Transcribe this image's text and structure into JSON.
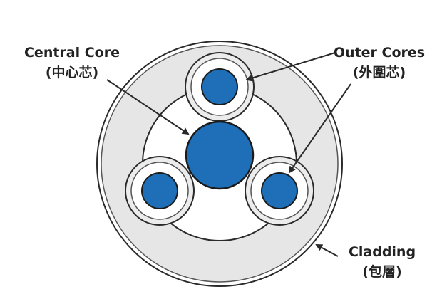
{
  "labels": {
    "central_core": {
      "en": "Central Core",
      "zh": "(中心芯)"
    },
    "outer_cores": {
      "en": "Outer Cores",
      "zh": "(外圍芯)"
    },
    "cladding": {
      "en": "Cladding",
      "zh": "(包層)"
    }
  },
  "colors": {
    "core_fill": "#1e6fb8",
    "core_stroke": "#1b1b1b",
    "cladding_fill": "#e6e6e6",
    "inner_fill": "#ffffff",
    "stroke": "#2a2a2a",
    "arrow": "#2a2a2a"
  }
}
